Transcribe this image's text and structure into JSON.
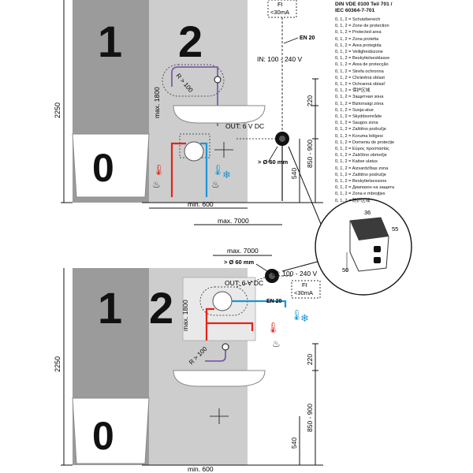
{
  "legend": {
    "title_line1": "DIN VDE 0100 Teil 701 /",
    "title_line2": "IEC 60364-7-701",
    "zone_prefix": "0, 1, 2 = ",
    "items": [
      "Schutzbereich",
      "Zone de protection",
      "Protected area",
      "Zona protetta",
      "Área protegida",
      "Veiligheidszone",
      "Beskyttelsesklasse",
      "Área de protecção",
      "Strefa ochronna",
      "Chráněná oblast",
      "Ochranná oblasť",
      "保护区域",
      "Защитная зона",
      "Biztonsági zóna",
      "Suoja-alue",
      "Skyddsområde",
      "Saugos zona",
      "Zaštitno područje",
      "Koruma bölgesi",
      "Domeniu de protecție",
      "Εύρος προστασίας",
      "Zaščitno območje",
      "Kaitse ulatus",
      "Aizsardzības zona",
      "Zaštitno područje",
      "Beskyttelsessone",
      "Диапазон на защита",
      "Zona e mbrojtjes",
      "防护区域"
    ]
  },
  "zones": {
    "zone1": "1",
    "zone2": "2",
    "zone0": "0"
  },
  "dims": {
    "height_total": "2250",
    "max_1800": "max. 1800",
    "r_100": "R > 100",
    "h_220": "220",
    "h_850_900": "850 - 900",
    "h_540": "540",
    "min_600": "min. 600",
    "max_7000": "max. 7000",
    "dia_60": "> Ø 60 mm"
  },
  "labels": {
    "fi_line1": "FI",
    "fi_line2": "<30mA",
    "en20": "EN 20",
    "in_voltage": "IN: 100 - 240 V",
    "out_voltage": "OUT: 6 V DC"
  },
  "detail": {
    "d36": "36",
    "d55": "55",
    "d50": "50"
  },
  "colors": {
    "zone1_gray": "#9b9b9b",
    "zone2_gray": "#cdcdcd",
    "hot_red": "#e2231a",
    "cold_blue": "#1b95d4",
    "cable_purple": "#7b5ea8"
  }
}
